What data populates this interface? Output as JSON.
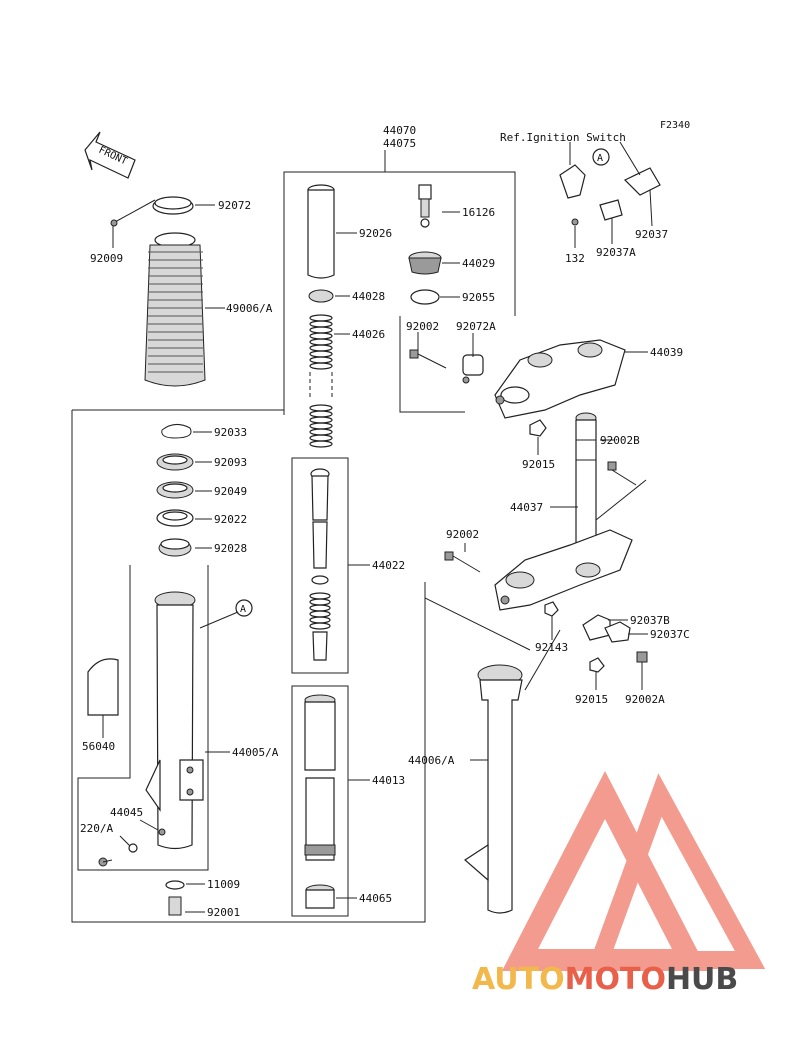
{
  "figure_code": "F2340",
  "front_label": "FRONT",
  "ref_note": "Ref.Ignition Switch",
  "callout_letter": "A",
  "watermark": {
    "part1": "AUTO",
    "part2": "MOTO",
    "part3": "HUB",
    "colors": {
      "auto": "#f2b84b",
      "moto": "#e8604a",
      "hub": "#4a4a4a",
      "logo": "#e8604a"
    }
  },
  "labels": {
    "p44070": "44070",
    "p44075": "44075",
    "p92072": "92072",
    "p92009": "92009",
    "p49006A": "49006/A",
    "p92033": "92033",
    "p92093": "92093",
    "p92049": "92049",
    "p92022": "92022",
    "p92028": "92028",
    "p56040": "56040",
    "p44005A": "44005/A",
    "p44045": "44045",
    "p220A": "220/A",
    "p11009": "11009",
    "p92001": "92001",
    "p92026": "92026",
    "p16126": "16126",
    "p44029": "44029",
    "p44028": "44028",
    "p92055": "92055",
    "p44026": "44026",
    "p44022": "44022",
    "p44013": "44013",
    "p44065": "44065",
    "p92002a": "92002",
    "p92072A": "92072A",
    "p44039": "44039",
    "p92015a": "92015",
    "p92002B": "92002B",
    "p44037": "44037",
    "p92002b": "92002",
    "p92143": "92143",
    "p92037B": "92037B",
    "p92037C": "92037C",
    "p92015b": "92015",
    "p92002A": "92002A",
    "p44006A": "44006/A",
    "p92037": "92037",
    "p132": "132",
    "p92037A": "92037A"
  }
}
